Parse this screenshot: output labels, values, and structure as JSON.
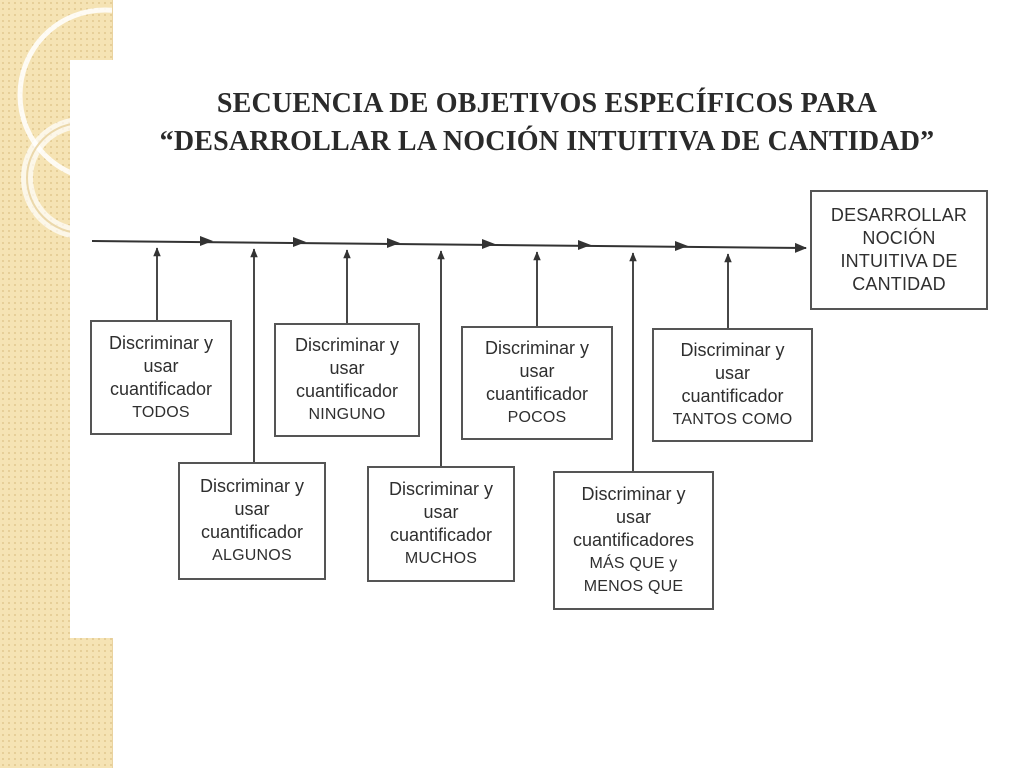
{
  "title": {
    "line1": "SECUENCIA DE OBJETIVOS ESPECÍFICOS PARA",
    "line2": "“DESARROLLAR LA NOCIÓN INTUITIVA DE CANTIDAD”"
  },
  "goal": {
    "lines": [
      "DESARROLLAR",
      "NOCIÓN",
      "INTUITIVA DE",
      "CANTIDAD"
    ]
  },
  "objectives": [
    {
      "lines": [
        "Discriminar y",
        "usar",
        "cuantificador"
      ],
      "keyword": [
        "TODOS"
      ]
    },
    {
      "lines": [
        "Discriminar y",
        "usar",
        "cuantificador"
      ],
      "keyword": [
        "ALGUNOS"
      ]
    },
    {
      "lines": [
        "Discriminar y",
        "usar",
        "cuantificador"
      ],
      "keyword": [
        "NINGUNO"
      ]
    },
    {
      "lines": [
        "Discriminar y",
        "usar",
        "cuantificador"
      ],
      "keyword": [
        "MUCHOS"
      ]
    },
    {
      "lines": [
        "Discriminar y",
        "usar",
        "cuantificador"
      ],
      "keyword": [
        "POCOS"
      ]
    },
    {
      "lines": [
        "Discriminar y",
        "usar",
        "cuantificadores"
      ],
      "keyword": [
        "MÁS QUE y",
        "MENOS QUE"
      ]
    },
    {
      "lines": [
        "Discriminar y",
        "usar",
        "cuantificador"
      ],
      "keyword": [
        "TANTOS COMO"
      ]
    }
  ],
  "colors": {
    "panel": "#f5e3b4",
    "line": "#333333",
    "text": "#2f2f2f"
  }
}
